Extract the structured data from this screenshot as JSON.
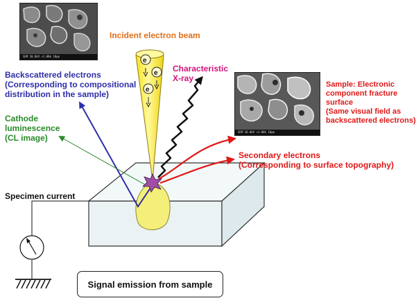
{
  "colors": {
    "incident": "#e0701a",
    "characteristic": "#d0147a",
    "backscattered": "#2e2ea8",
    "cathode": "#2a8a2a",
    "secondary": "#e01818",
    "sample": "#e01818",
    "specimen": "#111111",
    "beam_fill": "#fff44a",
    "volume_fill": "#f4ee7a",
    "box_fill": "#eaf2f4"
  },
  "labels": {
    "incident_beam": [
      "Incident electron beam"
    ],
    "characteristic_xray": [
      "Characteristic",
      "X-ray"
    ],
    "backscattered": [
      "Backscattered electrons",
      "(Corresponding to compositional",
      "distribution in the sample)"
    ],
    "cathode": [
      "Cathode",
      "luminescence",
      "(CL image)"
    ],
    "sample": [
      "Sample: Electronic",
      "component fracture",
      "surface",
      "(Same visual field as",
      "backscattered electrons)"
    ],
    "secondary": [
      "Secondary electrons",
      "(Corresponding to surface topography)"
    ],
    "specimen_current": [
      "Specimen current"
    ],
    "caption": "Signal emission from sample"
  },
  "beam": {
    "electron_symbol": "e"
  },
  "micrographs": {
    "left_bar": "SEM 10.0kV ×1.00k  10µm",
    "right_bar": "SEM 10.0kV ×1.00k  10µm"
  },
  "icons": {
    "meter": "ammeter-icon",
    "ground": "ground-hatch-icon",
    "interaction": "star-burst-icon"
  }
}
